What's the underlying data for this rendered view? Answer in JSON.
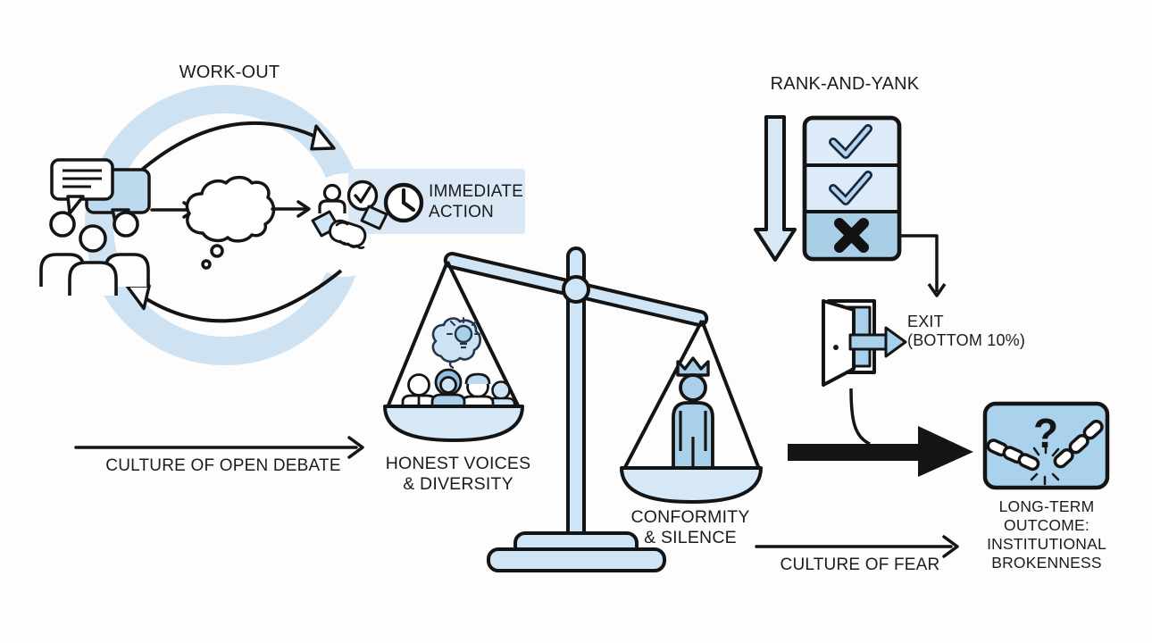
{
  "workout": {
    "title": "WORK-OUT",
    "immediate_action_lines": [
      "IMMEDIATE",
      "ACTION"
    ],
    "bottom_arrow_label": "CULTURE OF OPEN DEBATE"
  },
  "scale": {
    "left_pan_label_lines": [
      "HONEST VOICES",
      "& DIVERSITY"
    ],
    "right_pan_label_lines": [
      "CONFORMITY",
      "& SILENCE"
    ]
  },
  "rankyank": {
    "title": "RANK-AND-YANK",
    "exit_label_lines": [
      "EXIT",
      "(BOTTOM 10%)"
    ],
    "bottom_arrow_label": "CULTURE OF FEAR"
  },
  "outcome": {
    "question_mark": "?",
    "label_lines": [
      "LONG-TERM",
      "OUTCOME:",
      "INSTITUTIONAL",
      "BROKENNESS"
    ]
  },
  "icons": {
    "workout_cycle": [
      "speech-bubbles-icon",
      "discussion-group-icon",
      "thought-cloud-icon",
      "agreement-handshake-icon",
      "clock-icon",
      "cycle-arrows-icon"
    ],
    "scale": [
      "balance-scale-icon",
      "brain-lightbulb-icon",
      "diverse-team-icon",
      "crowned-conformist-icon"
    ],
    "rankyank": [
      "ranking-down-arrow-icon",
      "ranking-checklist-icon",
      "checkmark-icon",
      "x-mark-icon",
      "exit-door-icon",
      "broken-chain-icon"
    ]
  },
  "colors": {
    "ring_blue": "#cfe2f1",
    "banner_blue": "#d9e8f4",
    "light_blue": "#dcebf7",
    "mid_blue": "#bcd9ee",
    "dark_blue": "#a9cfe9",
    "ink": "#141414"
  }
}
